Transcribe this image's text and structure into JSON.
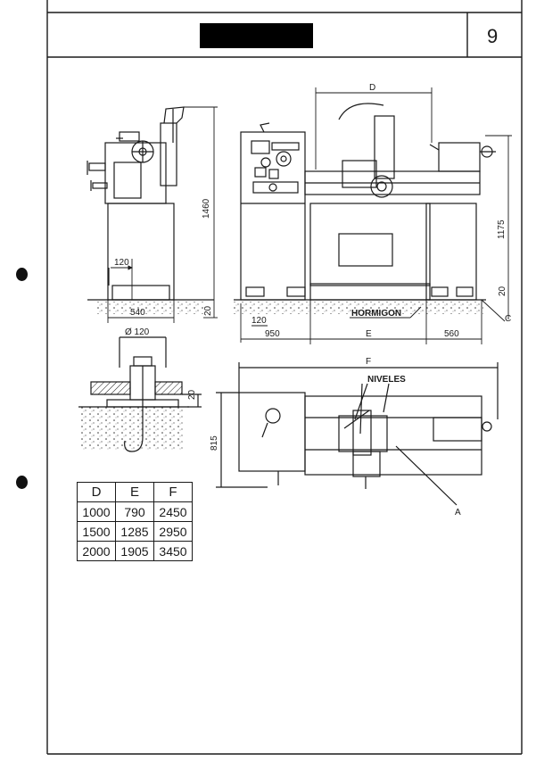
{
  "page": {
    "number": "9"
  },
  "colors": {
    "ink": "#1a1a1a",
    "redaction": "#000000"
  },
  "labels": {
    "D": "D",
    "E": "E",
    "F": "F",
    "hormigon": "HORMIGON",
    "niveles": "NIVELES",
    "A": "A",
    "C": "C",
    "dim_1460": "1460",
    "dim_120_a": "120",
    "dim_540": "540",
    "dim_20_a": "20",
    "dim_120_b": "120",
    "dim_950": "950",
    "dim_560": "560",
    "dim_1175": "1175",
    "dim_20_b": "20",
    "dim_diam_120": "Ø 120",
    "dim_20_c": "20",
    "dim_815": "815"
  },
  "table": {
    "headers": [
      "D",
      "E",
      "F"
    ],
    "rows": [
      [
        "1000",
        "790",
        "2450"
      ],
      [
        "1500",
        "1285",
        "2950"
      ],
      [
        "2000",
        "1905",
        "3450"
      ]
    ]
  }
}
